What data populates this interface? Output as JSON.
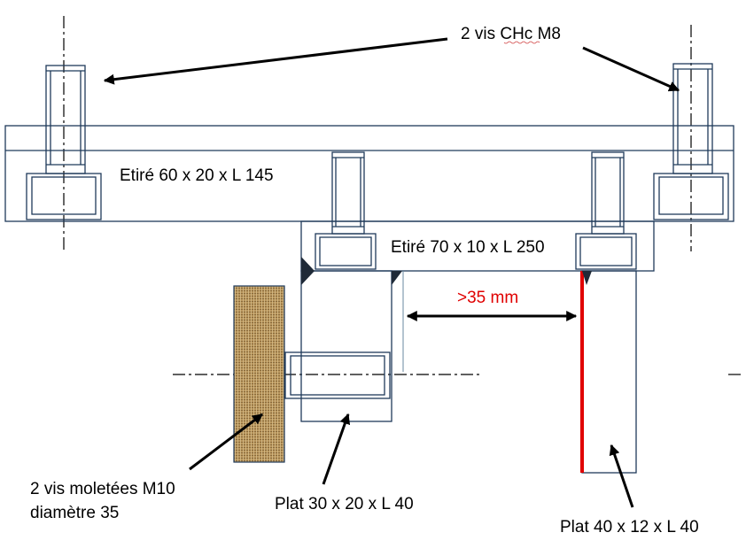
{
  "labels": {
    "screws_chc": "2 vis CHc M8",
    "bar_60": "Etiré 60 x 20 x L 145",
    "bar_70": "Etiré 70 x 10 x L 250",
    "gap": ">35 mm",
    "knurled_line1": "2 vis moletées M10",
    "knurled_line2": "diamètre 35",
    "plate_30": "Plat 30 x 20 x L 40",
    "plate_40": "Plat 40 x 12 x L 40"
  },
  "colors": {
    "outline": "#1f3a5a",
    "accent_red": "#e00000",
    "knob": "#b8955c",
    "ink": "#000000"
  }
}
